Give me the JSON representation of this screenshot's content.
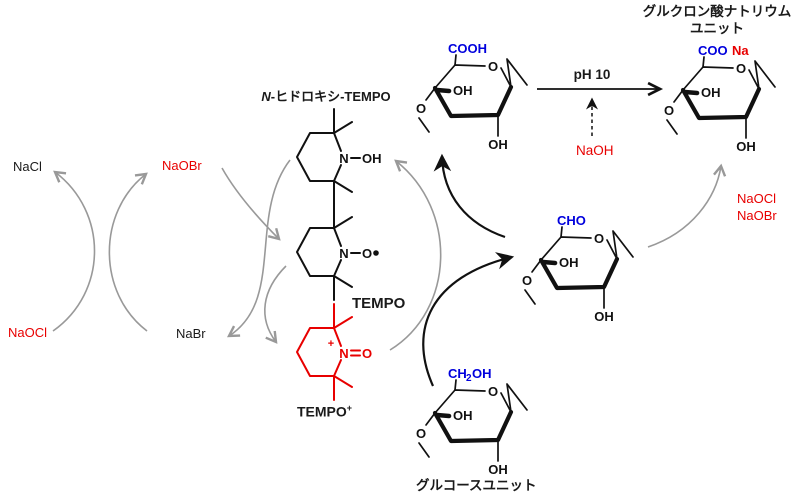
{
  "colors": {
    "accent_blue": "#0000dd",
    "accent_red": "#e80000",
    "arrow_gray": "#999999",
    "ink": "#111111",
    "background": "#ffffff"
  },
  "left_cycle": {
    "nacl": "NaCl",
    "naobr": "NaOBr",
    "naocl": "NaOCl",
    "nabr": "NaBr"
  },
  "tempo": {
    "title_italic": "N",
    "title_rest": "-ヒドロキシ-TEMPO",
    "n": "N",
    "oh": "OH",
    "o_radical": "O",
    "plus": "+",
    "o_oxo": "O",
    "label_tempo": "TEMPO",
    "label_tempo_plus": "TEMPO",
    "label_tempo_plus_sup": "+"
  },
  "reaction": {
    "ph": "pH 10",
    "naoh": "NaOH",
    "oxidant_line1": "NaOCl",
    "oxidant_line2": "NaOBr"
  },
  "sugars": {
    "glucuronic_acid": {
      "substituent": "COOH",
      "ring_o": "O",
      "oh_inner": "OH",
      "oh_bottom": "OH",
      "o_left": "O"
    },
    "sodium_glucuronate": {
      "substituent_coo": "COO",
      "substituent_na": "Na",
      "ring_o": "O",
      "oh_inner": "OH",
      "oh_bottom": "OH",
      "o_left": "O",
      "title_line1": "グルクロン酸ナトリウム",
      "title_line2": "ユニット"
    },
    "aldehyde": {
      "substituent": "CHO",
      "ring_o": "O",
      "oh_inner": "OH",
      "oh_bottom": "OH",
      "o_left": "O"
    },
    "glucose": {
      "substituent_ch": "CH",
      "substituent_sub": "2",
      "substituent_oh": "OH",
      "ring_o": "O",
      "oh_inner": "OH",
      "oh_bottom": "OH",
      "o_left": "O",
      "label": "グルコースユニット"
    }
  }
}
